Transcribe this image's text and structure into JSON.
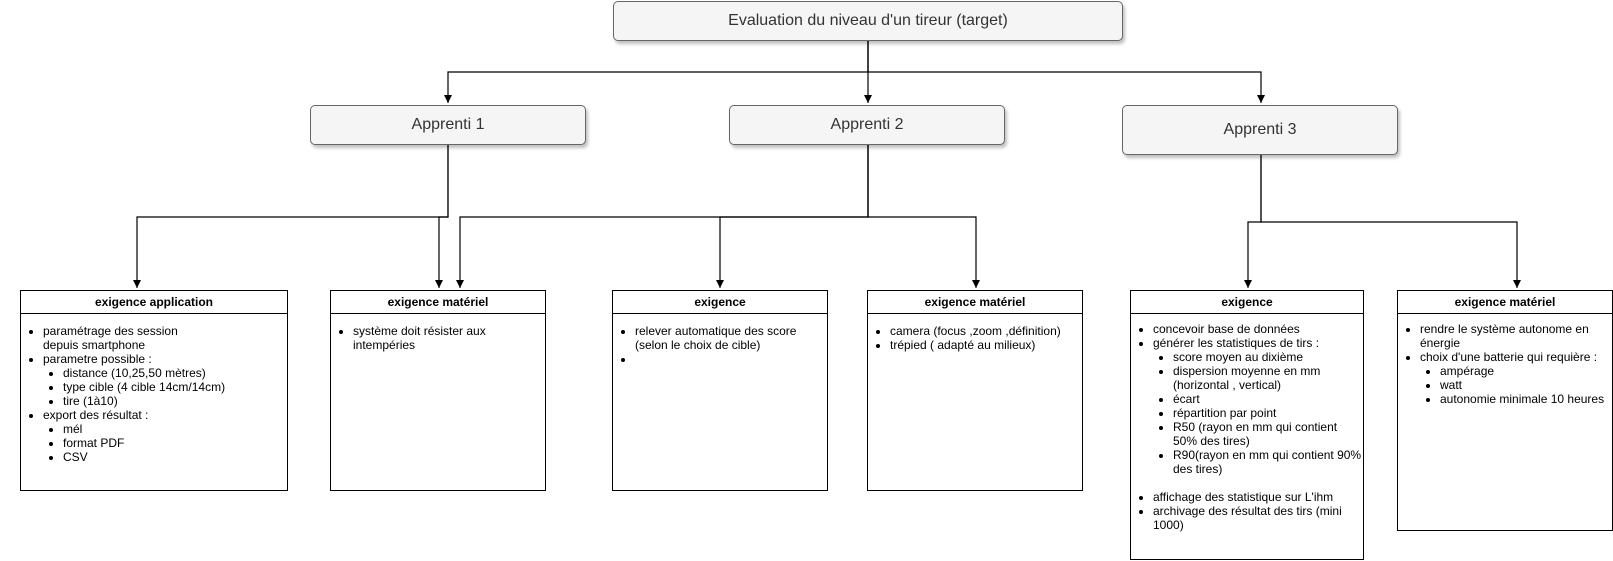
{
  "diagram": {
    "root": {
      "label": "Evaluation du niveau d'un tireur (target)"
    },
    "apprentis": [
      {
        "label": "Apprenti 1"
      },
      {
        "label": "Apprenti 2"
      },
      {
        "label": "Apprenti 3"
      }
    ],
    "cards": [
      {
        "title": "exigence application",
        "items": [
          {
            "text": "paramétrage des session\ndepuis smartphone"
          },
          {
            "text": "parametre possible :",
            "children": [
              "distance (10,25,50 mètres)",
              "type cible (4 cible 14cm/14cm)",
              "tire (1à10)"
            ]
          },
          {
            "text": "export des résultat  :",
            "children": [
              "mél",
              "format PDF",
              "CSV"
            ]
          }
        ]
      },
      {
        "title": "exigence matériel",
        "items": [
          {
            "text": "système doit résister aux intempéries"
          }
        ]
      },
      {
        "title": "exigence",
        "items": [
          {
            "text": "relever automatique des score (selon le choix de cible)"
          },
          {
            "text": ""
          }
        ]
      },
      {
        "title": "exigence matériel",
        "items": [
          {
            "text": "camera (focus ,zoom ,définition)"
          },
          {
            "text": "trépied ( adapté au milieux)"
          }
        ]
      },
      {
        "title": "exigence",
        "items": [
          {
            "text": "concevoir base de données"
          },
          {
            "text": "générer les statistiques de tirs :",
            "children": [
              "score moyen au dixième",
              "dispersion moyenne en mm (horizontal , vertical)",
              "écart",
              "répartition par point",
              "R50 (rayon en mm qui contient 50% des tires)",
              "R90(rayon en mm qui contient 90% des tires)"
            ]
          },
          {
            "gap": true
          },
          {
            "text": "affichage des statistique sur L'ihm"
          },
          {
            "text": "archivage des résultat des tirs (mini 1000)"
          }
        ]
      },
      {
        "title": "exigence matériel",
        "items": [
          {
            "text": "rendre le système autonome en énergie"
          },
          {
            "text": "choix d'une batterie qui requière :",
            "children": [
              "ampérage",
              "watt",
              "autonomie minimale 10 heures"
            ]
          }
        ]
      }
    ]
  }
}
